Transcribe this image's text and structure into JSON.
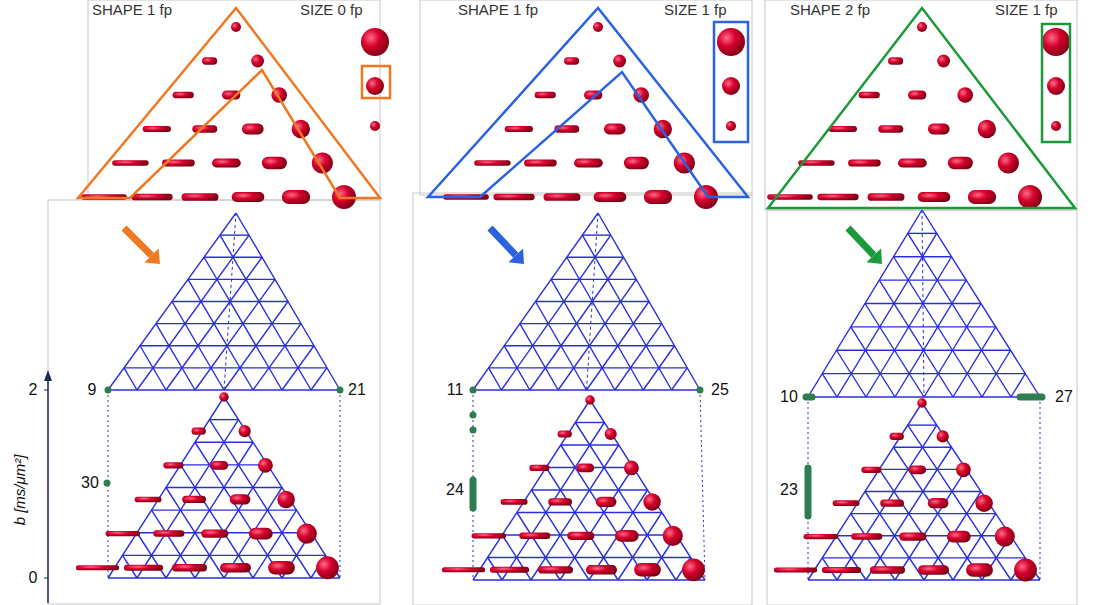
{
  "diagram": {
    "labels": [
      "SHAPE 1 fp",
      "SIZE 0 fp",
      "SHAPE 1 fp",
      "SIZE 1 fp",
      "SHAPE 2 fp",
      "SIZE 1 fp",
      "2",
      "9",
      "21",
      "11",
      "25",
      "10",
      "27",
      "30",
      "24",
      "23",
      "0",
      "b [ms/μm²]"
    ]
  }
}
